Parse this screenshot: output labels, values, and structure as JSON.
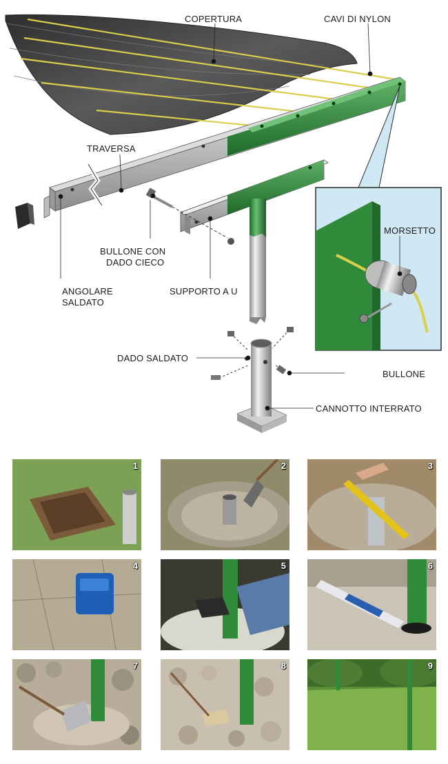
{
  "labels": {
    "copertura": "COPERTURA",
    "cavi_nylon": "CAVI DI NYLON",
    "traversa": "TRAVERSA",
    "morsetto": "MORSETTO",
    "bullone_dado_line1": "BULLONE CON",
    "bullone_dado_line2": "DADO CIECO",
    "angolare_line1": "ANGOLARE",
    "angolare_line2": "SALDATO",
    "supporto": "SUPPORTO A U",
    "dado_saldato": "DADO SALDATO",
    "bullone": "BULLONE",
    "cannotto": "CANNOTTO INTERRATO"
  },
  "steps": [
    "1",
    "2",
    "3",
    "4",
    "5",
    "6",
    "7",
    "8",
    "9"
  ],
  "colors": {
    "green": "#2f8a3a",
    "dark_green": "#1f6a2a",
    "sheet": "#4a4a4a",
    "cable": "#d9cf4a",
    "detail_bg": "#cfe8f4",
    "soil": "#b89a78",
    "grass": "#4f8a35"
  }
}
